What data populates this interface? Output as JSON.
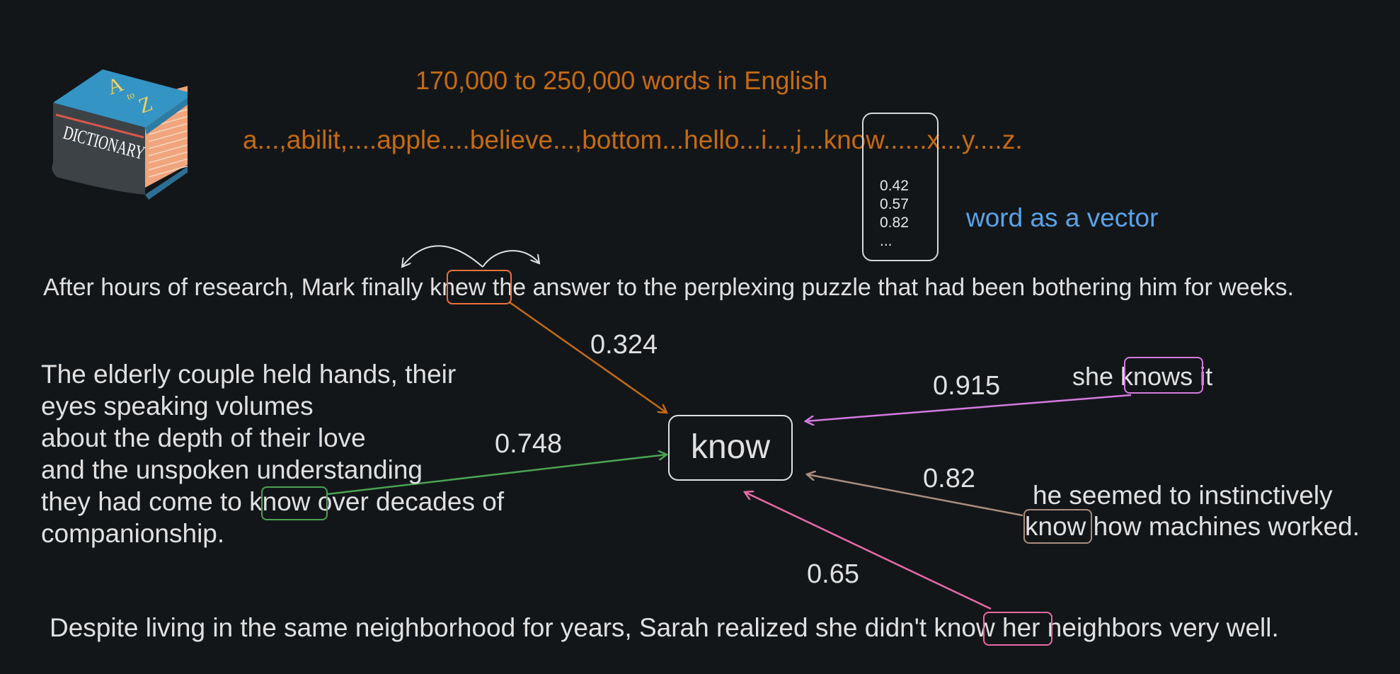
{
  "header": {
    "vocab_count": "170,000 to 250,000 words in English",
    "vocab_list_before": "a...,abilit,....apple....believe...,bottom...hello...i...,j...",
    "vocab_list_word": "know",
    "vocab_list_after": "......x...y....z.",
    "vector_label": "word as a vector"
  },
  "dictionary_icon": {
    "cover_text": "DICTIONARY",
    "spine_letters": [
      "A",
      "to",
      "Z"
    ]
  },
  "vector": {
    "values": [
      "0.42",
      "0.57",
      "0.82",
      "..."
    ]
  },
  "center_word": "know",
  "sentence_top": {
    "before": "After hours of research, Mark finally ",
    "word": "knew",
    "after": " the answer to the perplexing puzzle that had been bothering him for weeks."
  },
  "paragraph_left": {
    "lines": [
      "The elderly couple held hands, their",
      "eyes speaking volumes",
      "about the depth of their love",
      "and the unspoken understanding"
    ],
    "last_before": "they had come to ",
    "word": "know",
    "last_after": " over decades of",
    "final_line": "companionship."
  },
  "sentence_right_top": {
    "before": "she ",
    "word": "knows",
    "after": " it"
  },
  "sentence_right_mid": {
    "line1": "he seemed to instinctively",
    "word": "know",
    "after": " how machines worked."
  },
  "sentence_bottom": {
    "before": "Despite living in the same neighborhood for years, Sarah realized she didn't ",
    "word": "know",
    "after": " her neighbors very well."
  },
  "weights": {
    "knew": "0.324",
    "paragraph": "0.748",
    "knows": "0.915",
    "machines": "0.82",
    "neighbors": "0.65"
  },
  "colors": {
    "background": "#131619",
    "orange": "#c56a13",
    "blue": "#5aa3e8",
    "knew_box": "#e8743b",
    "green": "#4aa352",
    "violet": "#d57ae0",
    "tan": "#a88d7e",
    "pink": "#e86aa6"
  }
}
